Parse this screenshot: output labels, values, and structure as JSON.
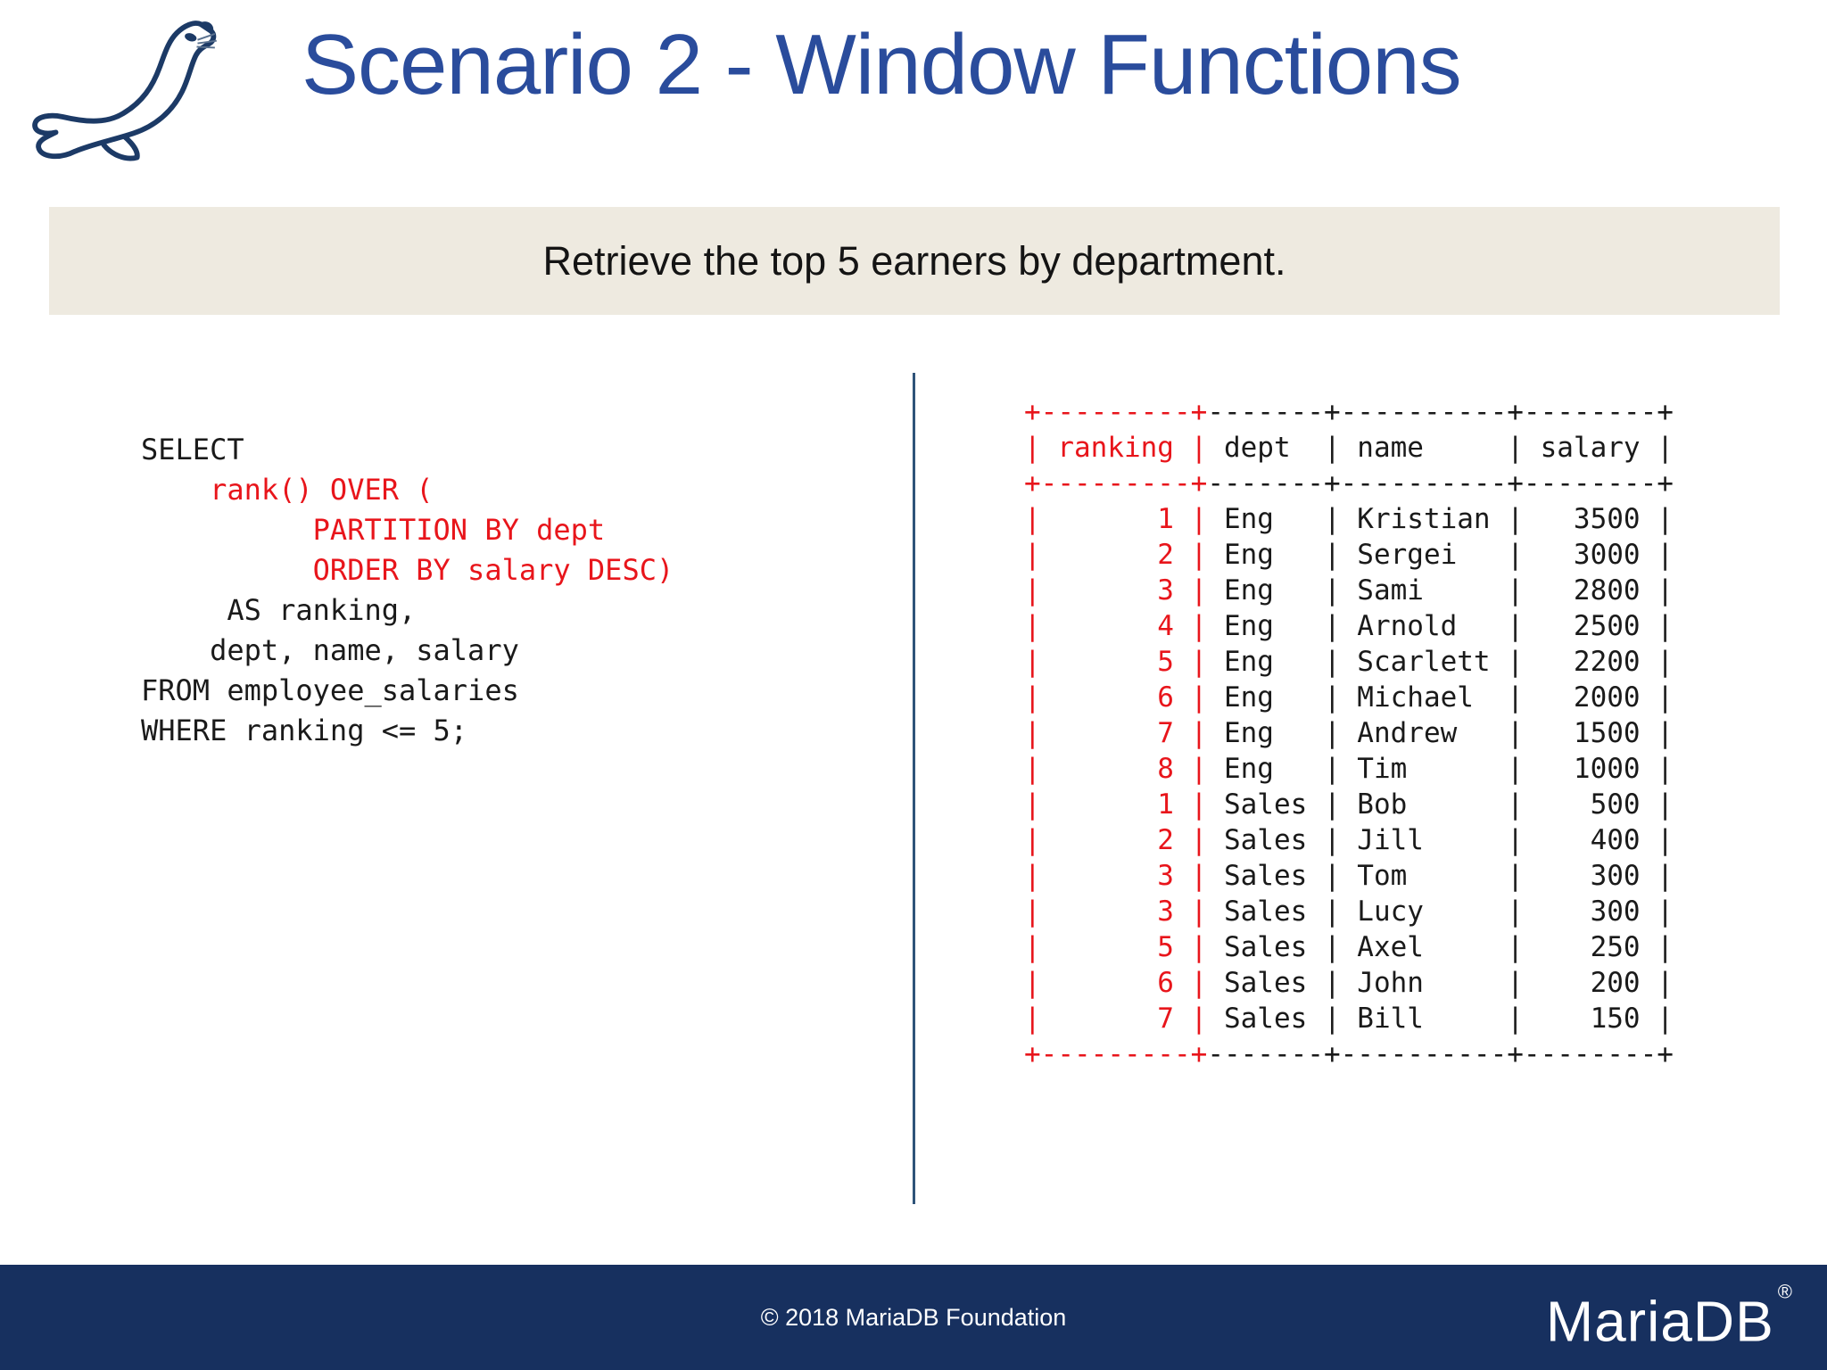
{
  "slide": {
    "title": "Scenario 2 - Window Functions",
    "banner_text": "Retrieve the top 5 earners by department."
  },
  "code": {
    "lines": [
      {
        "text": "SELECT",
        "color": "dark"
      },
      {
        "text": "    rank() OVER (",
        "color": "red"
      },
      {
        "text": "          PARTITION BY dept",
        "color": "red"
      },
      {
        "text": "          ORDER BY salary DESC)",
        "color": "red"
      },
      {
        "text": "     AS ranking,",
        "color": "dark"
      },
      {
        "text": "    dept, name, salary",
        "color": "dark"
      },
      {
        "text": "FROM employee_salaries",
        "color": "dark"
      },
      {
        "text": "WHERE ranking <= 5;",
        "color": "dark"
      }
    ]
  },
  "result_table": {
    "columns": [
      {
        "key": "ranking",
        "label": "ranking",
        "width": 9,
        "align": "right",
        "highlight": true
      },
      {
        "key": "dept",
        "label": "dept",
        "width": 7,
        "align": "left",
        "highlight": false
      },
      {
        "key": "name",
        "label": "name",
        "width": 10,
        "align": "left",
        "highlight": false
      },
      {
        "key": "salary",
        "label": "salary",
        "width": 8,
        "align": "right",
        "highlight": false
      }
    ],
    "rows": [
      {
        "ranking": 1,
        "dept": "Eng",
        "name": "Kristian",
        "salary": 3500
      },
      {
        "ranking": 2,
        "dept": "Eng",
        "name": "Sergei",
        "salary": 3000
      },
      {
        "ranking": 3,
        "dept": "Eng",
        "name": "Sami",
        "salary": 2800
      },
      {
        "ranking": 4,
        "dept": "Eng",
        "name": "Arnold",
        "salary": 2500
      },
      {
        "ranking": 5,
        "dept": "Eng",
        "name": "Scarlett",
        "salary": 2200
      },
      {
        "ranking": 6,
        "dept": "Eng",
        "name": "Michael",
        "salary": 2000
      },
      {
        "ranking": 7,
        "dept": "Eng",
        "name": "Andrew",
        "salary": 1500
      },
      {
        "ranking": 8,
        "dept": "Eng",
        "name": "Tim",
        "salary": 1000
      },
      {
        "ranking": 1,
        "dept": "Sales",
        "name": "Bob",
        "salary": 500
      },
      {
        "ranking": 2,
        "dept": "Sales",
        "name": "Jill",
        "salary": 400
      },
      {
        "ranking": 3,
        "dept": "Sales",
        "name": "Tom",
        "salary": 300
      },
      {
        "ranking": 3,
        "dept": "Sales",
        "name": "Lucy",
        "salary": 300
      },
      {
        "ranking": 5,
        "dept": "Sales",
        "name": "Axel",
        "salary": 250
      },
      {
        "ranking": 6,
        "dept": "Sales",
        "name": "John",
        "salary": 200
      },
      {
        "ranking": 7,
        "dept": "Sales",
        "name": "Bill",
        "salary": 150
      }
    ]
  },
  "footer": {
    "copyright": "© 2018 MariaDB Foundation",
    "brand": "MariaDB",
    "registered_mark": "®"
  },
  "colors": {
    "title_blue": "#2a4c9c",
    "banner_bg": "#eeeae0",
    "footer_bg": "#17305f",
    "accent_red": "#e8151b",
    "divider_blue": "#2f5379",
    "logo_navy": "#1c3a66"
  }
}
